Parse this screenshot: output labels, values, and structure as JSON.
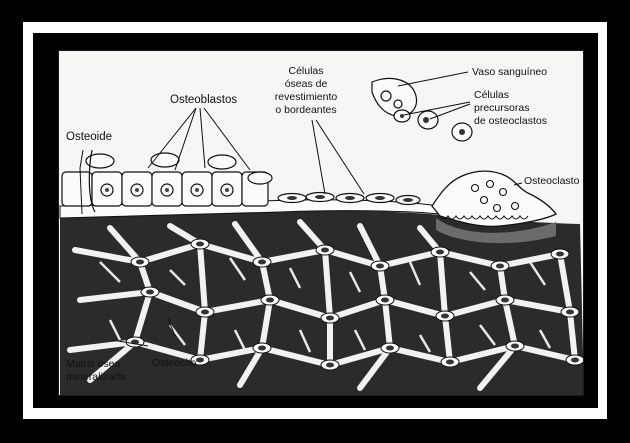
{
  "diagram": {
    "labels": {
      "osteoblastos": "Osteoblastos",
      "osteoide": "Osteoide",
      "celulas_revestimiento": [
        "Células",
        "óseas de",
        "revestimiento",
        "o bordeantes"
      ],
      "vaso_sanguineo": "Vaso sanguíneo",
      "celulas_precursoras": [
        "Células",
        "precursoras",
        "de osteoclastos"
      ],
      "osteoclasto": "Osteoclasto",
      "matriz": [
        "Matriz ósea",
        "mineralizada"
      ],
      "osteocito": "Osteocito"
    }
  }
}
